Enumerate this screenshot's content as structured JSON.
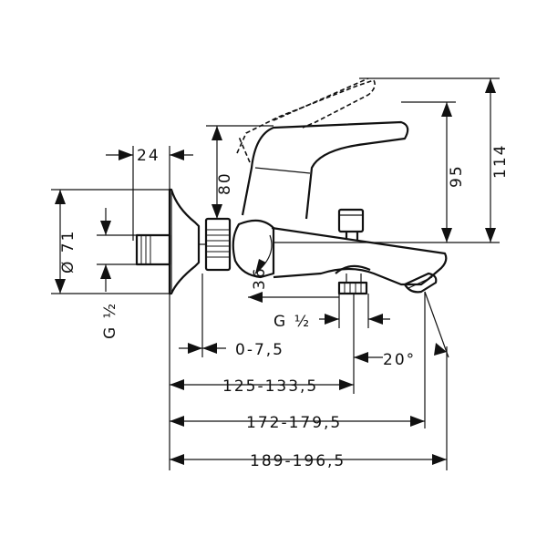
{
  "drawing": {
    "dims": {
      "d24": "24",
      "d80": "80",
      "d95": "95",
      "d114": "114",
      "d71": "Ø 71",
      "d36": "36",
      "g_left": "G ½",
      "g_spout": "G ½",
      "d0_7_5": "0-7,5",
      "d20deg": "20°",
      "d125": "125-133,5",
      "d172": "172-179,5",
      "d189": "189-196,5"
    },
    "colors": {
      "line": "#111111",
      "background": "#ffffff"
    }
  }
}
